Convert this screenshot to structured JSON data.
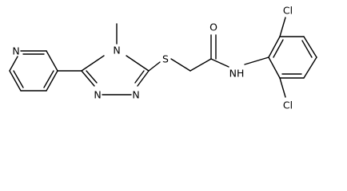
{
  "molecule": {
    "atom_labels": {
      "pyridine_n": "N",
      "methyl": "methyl",
      "triazole_n4": "N",
      "triazole_n1": "N",
      "triazole_n2": "N",
      "sulfur": "S",
      "carbonyl_o": "O",
      "amide_nh": "NH",
      "chlorine_top": "Cl",
      "chlorine_bottom": "Cl"
    },
    "display": {
      "methyl": ""
    }
  }
}
